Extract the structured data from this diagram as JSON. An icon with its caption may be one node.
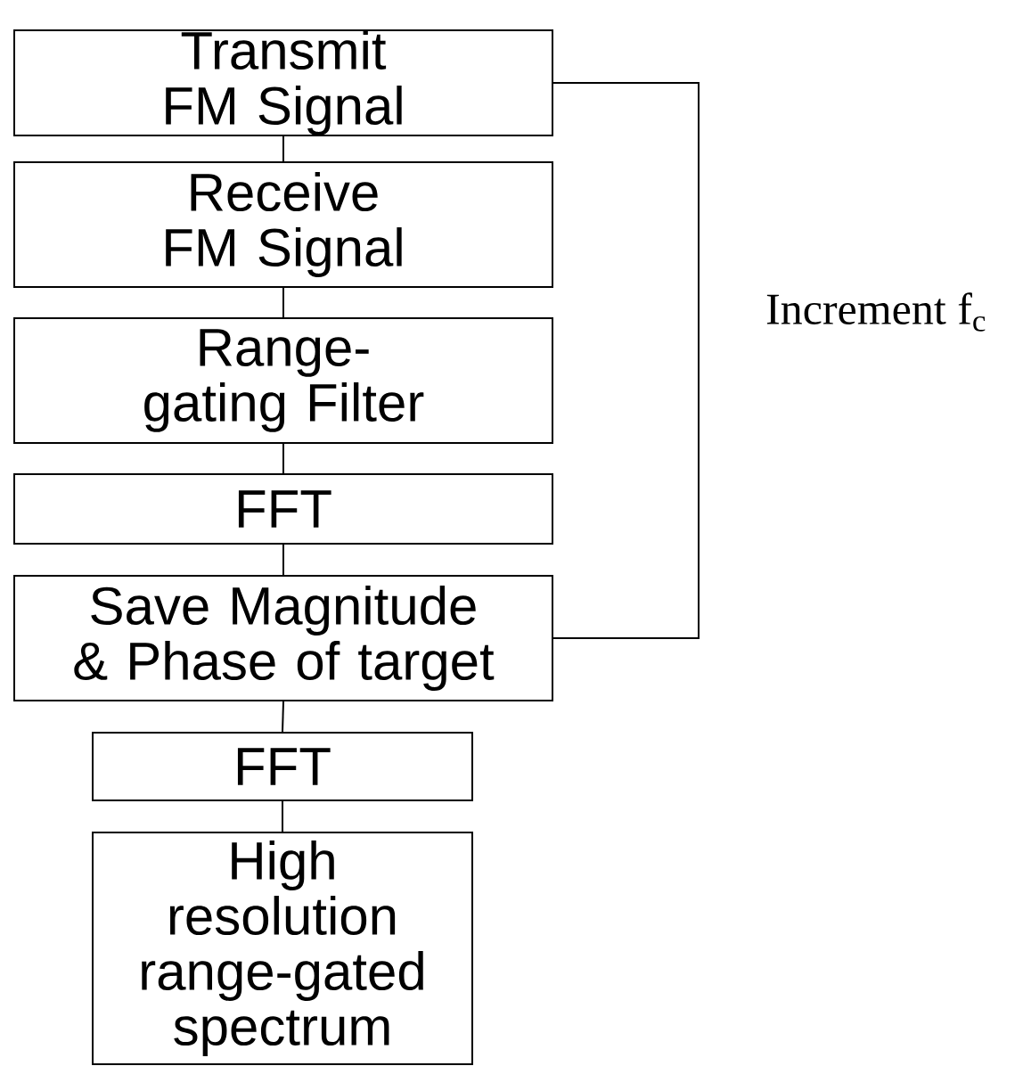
{
  "diagram": {
    "nodes": [
      {
        "text": [
          "Transmit FM Signal"
        ]
      },
      {
        "text": [
          "Receive FM Signal"
        ]
      },
      {
        "text": [
          "Range-gating Filter"
        ]
      },
      {
        "text": [
          "FFT"
        ]
      },
      {
        "text": [
          "Save Magnitude & Phase of target"
        ]
      },
      {
        "text": [
          "FFT"
        ]
      },
      {
        "text": [
          "High resolution range-gated spectrum"
        ]
      }
    ],
    "edges": [
      {
        "from": 0,
        "to": 1,
        "arrow": "none"
      },
      {
        "from": 1,
        "to": 2,
        "arrow": "none"
      },
      {
        "from": 2,
        "to": 3,
        "arrow": "none"
      },
      {
        "from": 3,
        "to": 4,
        "arrow": "none"
      },
      {
        "from": 4,
        "to": 5,
        "arrow": "none"
      },
      {
        "from": 5,
        "to": 6,
        "arrow": "none"
      },
      {
        "from": 4,
        "to": 0,
        "arrow": "none",
        "label": "Increment f$_{c}$"
      }
    ]
  }
}
